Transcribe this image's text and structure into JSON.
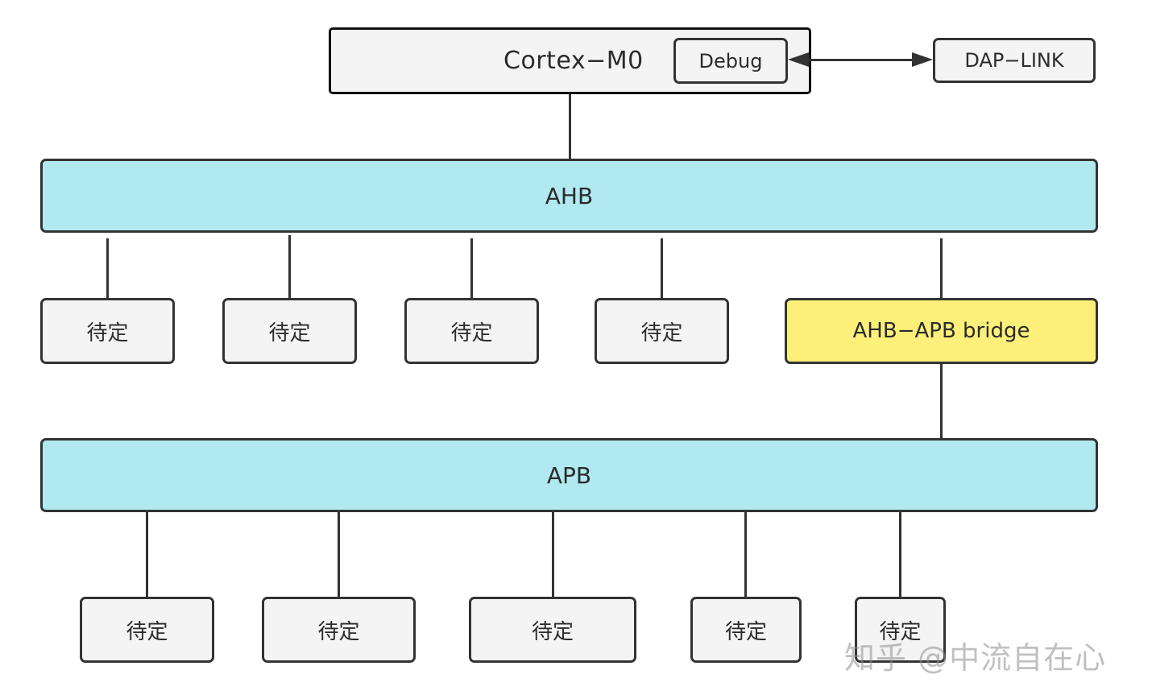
{
  "cpu": {
    "label": "Cortex−M0",
    "debug_label": "Debug"
  },
  "debugger": {
    "label": "DAP−LINK"
  },
  "ahb": {
    "label": "AHB"
  },
  "apb": {
    "label": "APB"
  },
  "bridge": {
    "label": "AHB−APB bridge"
  },
  "ahb_peripherals": [
    "待定",
    "待定",
    "待定",
    "待定"
  ],
  "apb_peripherals": [
    "待定",
    "待定",
    "待定",
    "待定",
    "待定"
  ],
  "watermark": "知乎 @中流自在心",
  "colors": {
    "bus": "#b0eaf0",
    "bridge": "#fdf07a",
    "box": "#f4f4f4",
    "stroke": "#333333"
  }
}
